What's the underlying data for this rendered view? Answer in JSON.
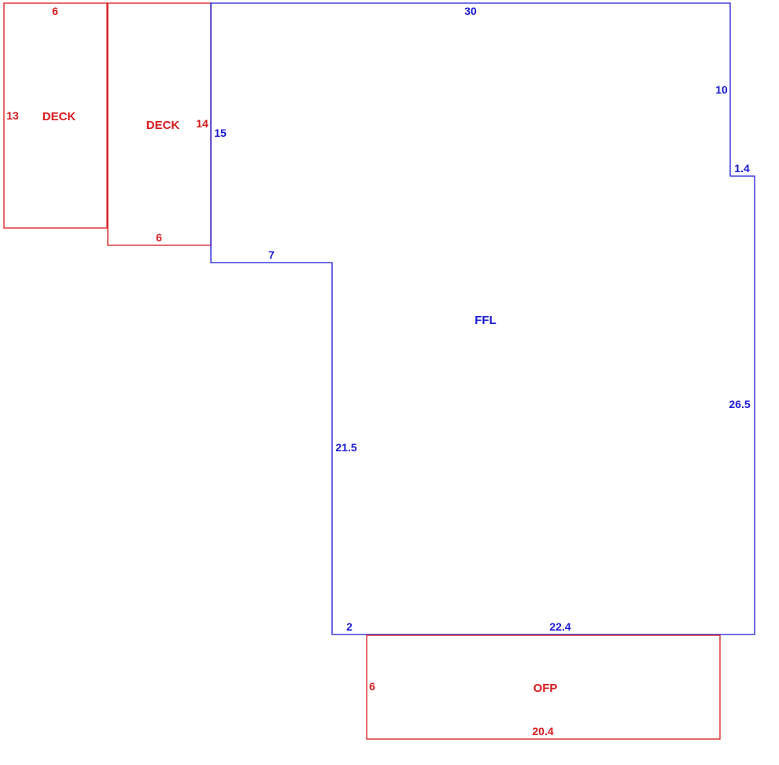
{
  "areas": {
    "deck_left": {
      "name": "DECK",
      "top_dimension": "6",
      "side_dimension": "13"
    },
    "deck_right": {
      "name": "DECK",
      "side_dimension": "14",
      "bottom_dimension": "6"
    },
    "main_floor": {
      "name": "FFL",
      "top_dimension": "30",
      "left_upper_dimension": "15",
      "notch_dimension": "7",
      "left_lower_dimension": "21.5",
      "bottom_left_dimension": "2",
      "bottom_dimension": "22.4",
      "right_upper_dimension": "10",
      "jog_dimension": "1.4",
      "right_lower_dimension": "26.5"
    },
    "porch": {
      "name": "OFP",
      "side_dimension": "6",
      "bottom_dimension": "20.4"
    }
  },
  "colors": {
    "secondary_area": "#d7191c",
    "main_area": "#1a1ad6",
    "background": "#ffffff"
  }
}
